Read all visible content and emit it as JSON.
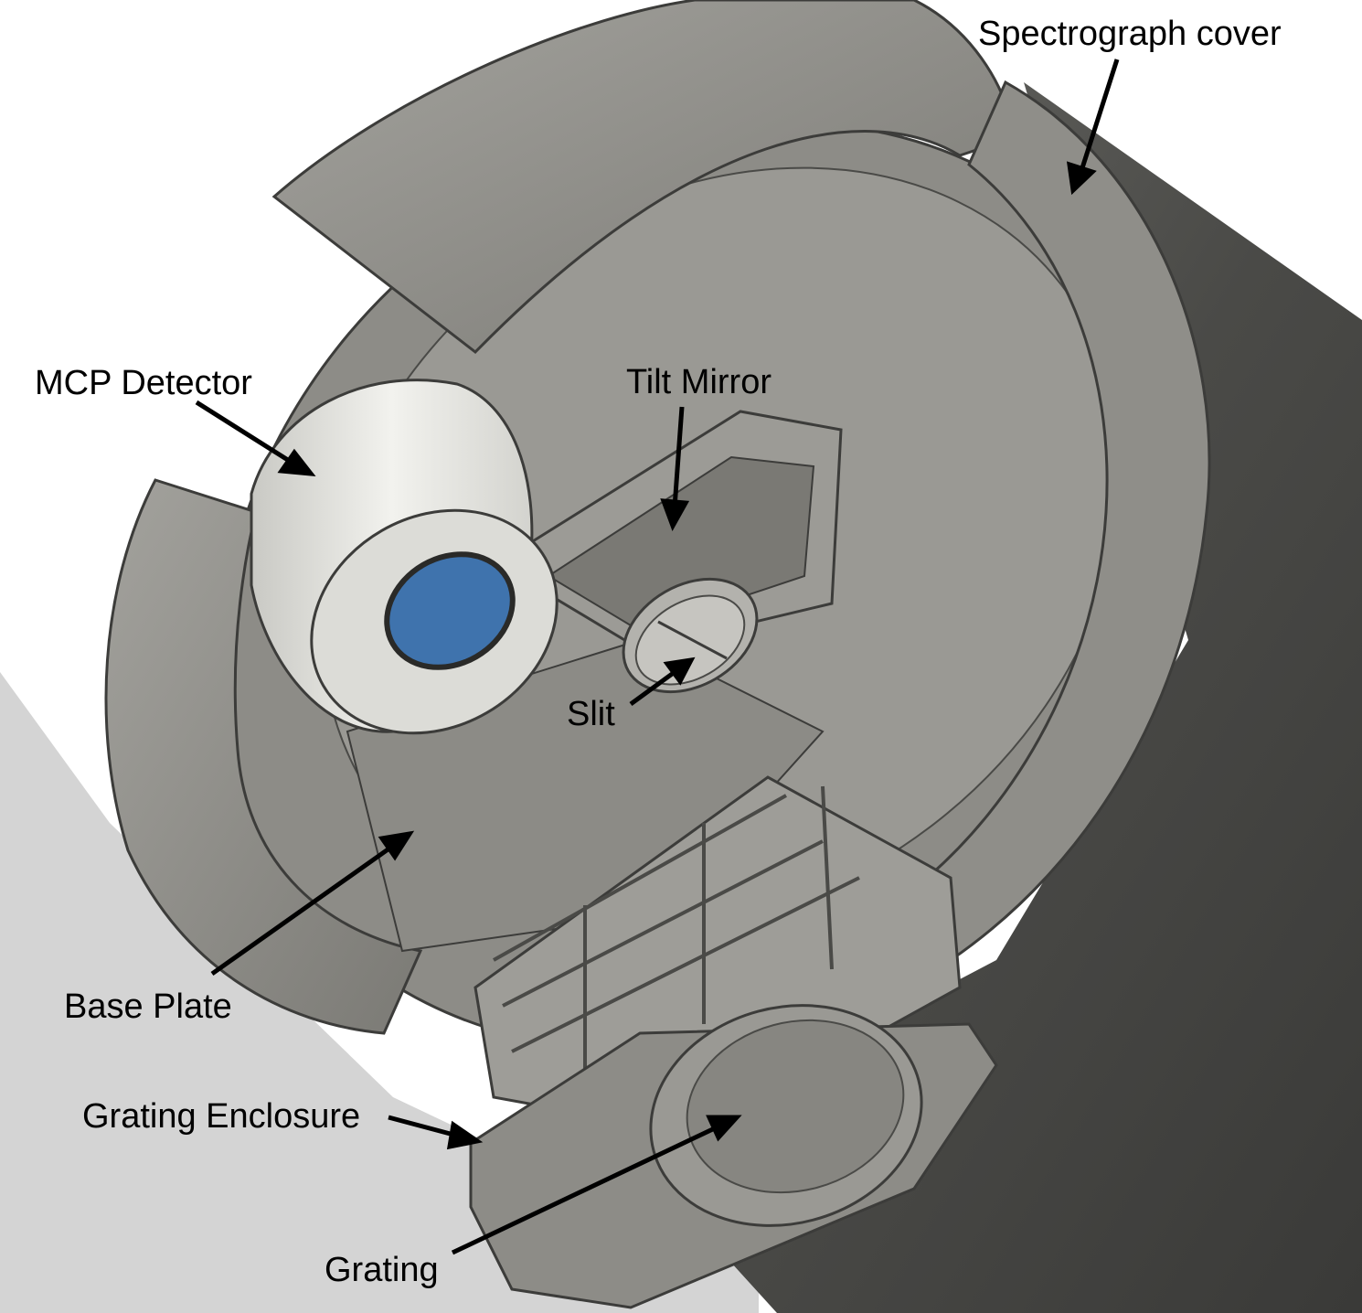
{
  "labels": {
    "spectrograph_cover": "Spectrograph cover",
    "mcp_detector": "MCP Detector",
    "tilt_mirror": "Tilt Mirror",
    "slit": "Slit",
    "base_plate": "Base Plate",
    "grating_enclosure": "Grating Enclosure",
    "grating": "Grating"
  },
  "colors": {
    "background": "#ffffff",
    "floor_shadow": "#d4d4d4",
    "metal": "#8a8984",
    "metal_dark": "#5f5e5a",
    "barrel": "#4a4a47",
    "detector_body": "#e6e6e2",
    "detector_window": "#3f73ad",
    "annotation": "#000000"
  }
}
